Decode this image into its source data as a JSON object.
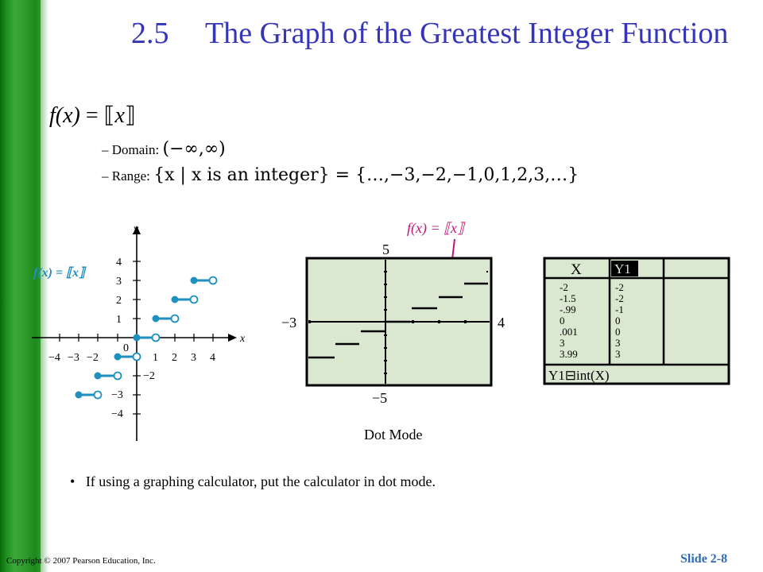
{
  "title": {
    "number": "2.5",
    "text": "The Graph of the Greatest Integer Function"
  },
  "formula": {
    "lhs": "f(x)",
    "equals": "=",
    "rhs": "x"
  },
  "domain": {
    "label": "Domain:",
    "dash": "–",
    "value": "(−∞,∞)"
  },
  "range": {
    "label": "Range:",
    "dash": "–",
    "value": "{x | x is an integer} = {…,−3,−2,−1,0,1,2,3,…}"
  },
  "graph": {
    "function_label": "f(x) = ⟦x⟧",
    "axis_labels": {
      "x": "x",
      "y": "y"
    },
    "x_ticks": [
      "−4",
      "−3",
      "−2",
      "1",
      "2",
      "3",
      "4"
    ],
    "y_ticks": [
      "4",
      "3",
      "2",
      "1",
      "−2",
      "−3",
      "−4"
    ],
    "origin": "0"
  },
  "calc_graph": {
    "callout": "f(x) = ⟦x⟧",
    "ymax": "5",
    "ymin": "−5",
    "xmin": "−3",
    "xmax": "4",
    "caption": "Dot Mode"
  },
  "table": {
    "headers": [
      "X",
      "Y1"
    ],
    "x_values": [
      "-2",
      "-1.5",
      "-.99",
      "0",
      ".001",
      "3",
      "3.99"
    ],
    "y_values": [
      "-2",
      "-2",
      "-1",
      "0",
      "0",
      "3",
      "3"
    ],
    "footer": "Y1⊟int(X)"
  },
  "bullet": "If using a graphing calculator, put the calculator in dot mode.",
  "copyright": "Copyright © 2007 Pearson Education, Inc.",
  "slide": "Slide 2-8"
}
